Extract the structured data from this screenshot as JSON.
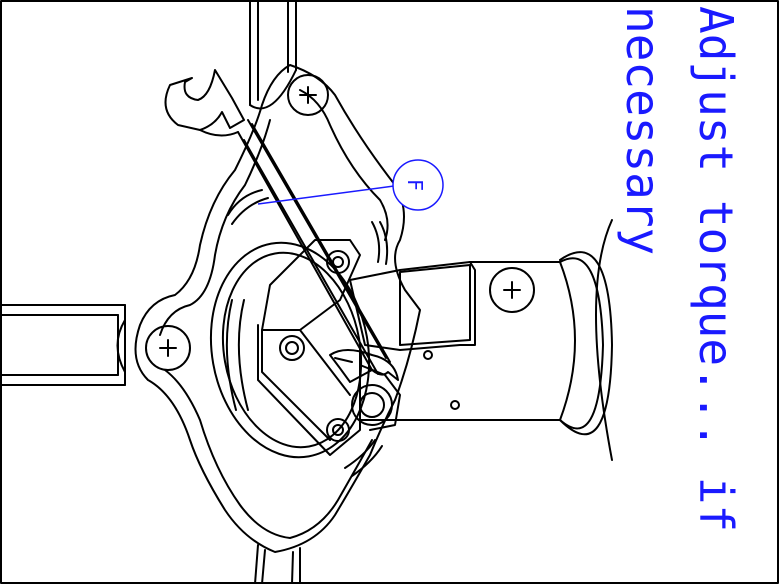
{
  "caption": {
    "line1": "Adjust torque... if",
    "line2": "necessary"
  },
  "callout": {
    "letter": "F"
  },
  "colors": {
    "annotation": "#1a1aff",
    "linework": "#000000",
    "background": "#ffffff"
  }
}
